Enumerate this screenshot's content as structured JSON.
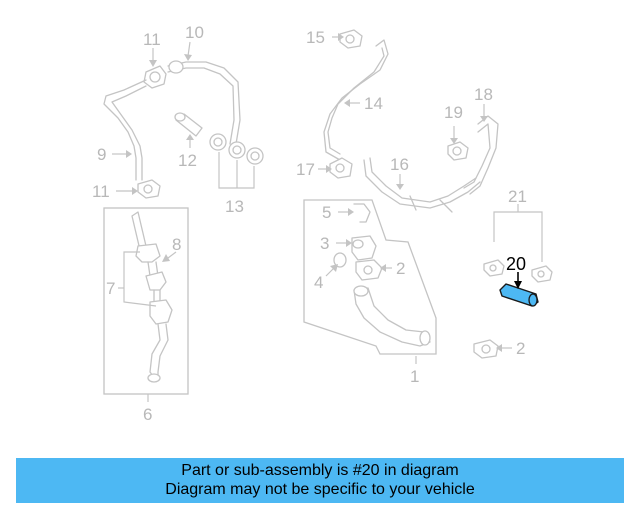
{
  "diagram": {
    "callouts": [
      "11",
      "10",
      "15",
      "14",
      "18",
      "19",
      "9",
      "12",
      "17",
      "16",
      "11",
      "13",
      "21",
      "5",
      "8",
      "3",
      "2",
      "4",
      "7",
      "20",
      "2",
      "1",
      "6"
    ],
    "highlighted_part": "20",
    "highlight_color": "#4db8f3"
  },
  "banner": {
    "line1": "Part or sub-assembly is #20 in diagram",
    "line2": "Diagram may not be specific to your vehicle",
    "background": "#4db8f3"
  }
}
